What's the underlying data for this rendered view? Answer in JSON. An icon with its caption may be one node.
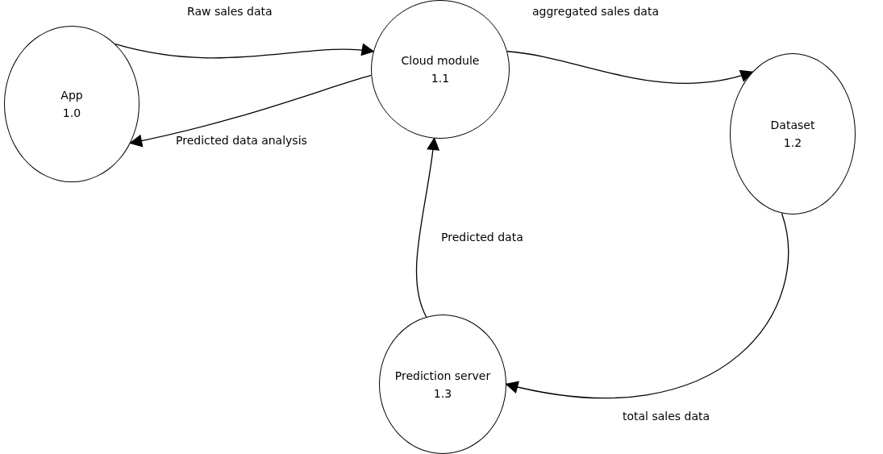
{
  "diagram": {
    "nodes": [
      {
        "text": [
          "App",
          "1.0"
        ]
      },
      {
        "text": [
          "Cloud module",
          "1.1"
        ]
      },
      {
        "text": [
          "Dataset",
          "1.2"
        ]
      },
      {
        "text": [
          "Prediction server",
          "1.3"
        ]
      }
    ],
    "edges": [
      {
        "from": 0,
        "to": 1,
        "label": "Raw sales data",
        "arrow": "to"
      },
      {
        "from": 1,
        "to": 0,
        "label": "Predicted data analysis",
        "arrow": "to"
      },
      {
        "from": 1,
        "to": 2,
        "label": "aggregated sales data",
        "arrow": "to"
      },
      {
        "from": 2,
        "to": 3,
        "label": "total sales data",
        "arrow": "to"
      },
      {
        "from": 3,
        "to": 1,
        "label": "Predicted data",
        "arrow": "to"
      }
    ]
  }
}
